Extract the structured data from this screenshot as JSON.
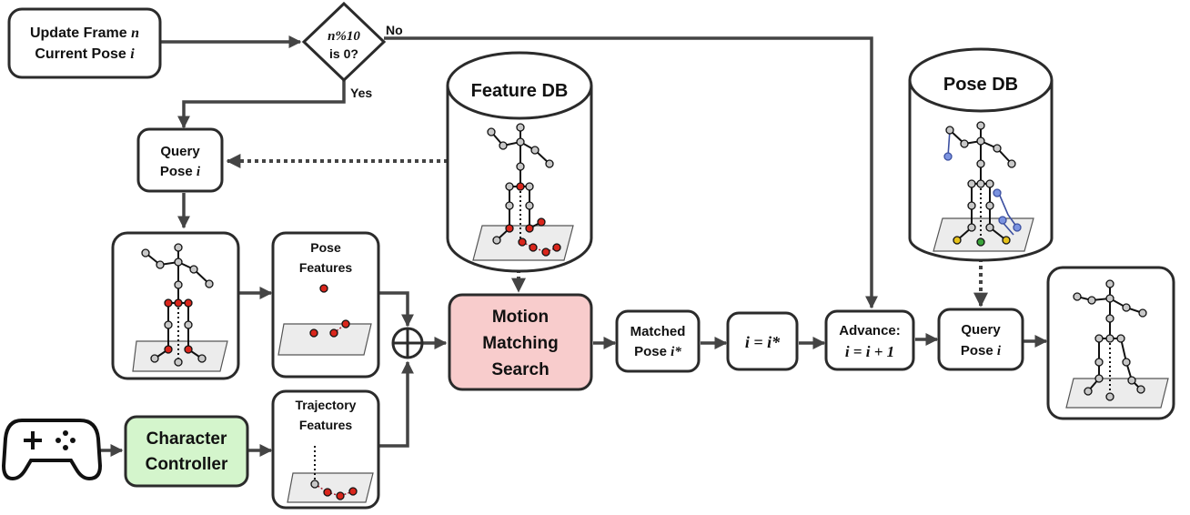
{
  "nodes": {
    "update_frame": {
      "line1": "Update Frame ",
      "line1_var": "n",
      "line2": "Current Pose ",
      "line2_var": "i"
    },
    "decision": {
      "line1": "n%10",
      "line2": "is 0?",
      "no_label": "No",
      "yes_label": "Yes"
    },
    "query_pose_top": {
      "line1": "Query",
      "line2": "Pose ",
      "line2_var": "i"
    },
    "feature_db": {
      "title": "Feature DB"
    },
    "pose_db": {
      "title": "Pose DB"
    },
    "pose_features": {
      "line1": "Pose",
      "line2": "Features"
    },
    "trajectory_features": {
      "line1": "Trajectory",
      "line2": "Features"
    },
    "character_controller": {
      "line1": "Character",
      "line2": "Controller"
    },
    "motion_matching": {
      "line1": "Motion",
      "line2": "Matching",
      "line3": "Search"
    },
    "matched_pose": {
      "line1": "Matched",
      "line2": "Pose ",
      "line2_var": "i*"
    },
    "assign": {
      "text": "i = i*"
    },
    "advance": {
      "line1": "Advance:",
      "line2": "i = i + 1"
    },
    "query_pose_right": {
      "line1": "Query",
      "line2": "Pose ",
      "line2_var": "i"
    }
  },
  "colors": {
    "motion_matching_fill": "#f8cccc",
    "character_controller_fill": "#d4f5cc",
    "edge": "#444444",
    "joint_red": "#d9261c",
    "joint_blue": "#7b93e0",
    "joint_gray": "#c8c8c8"
  },
  "icons": {
    "gamepad": "gamepad-icon",
    "sum": "circle-plus-icon"
  }
}
